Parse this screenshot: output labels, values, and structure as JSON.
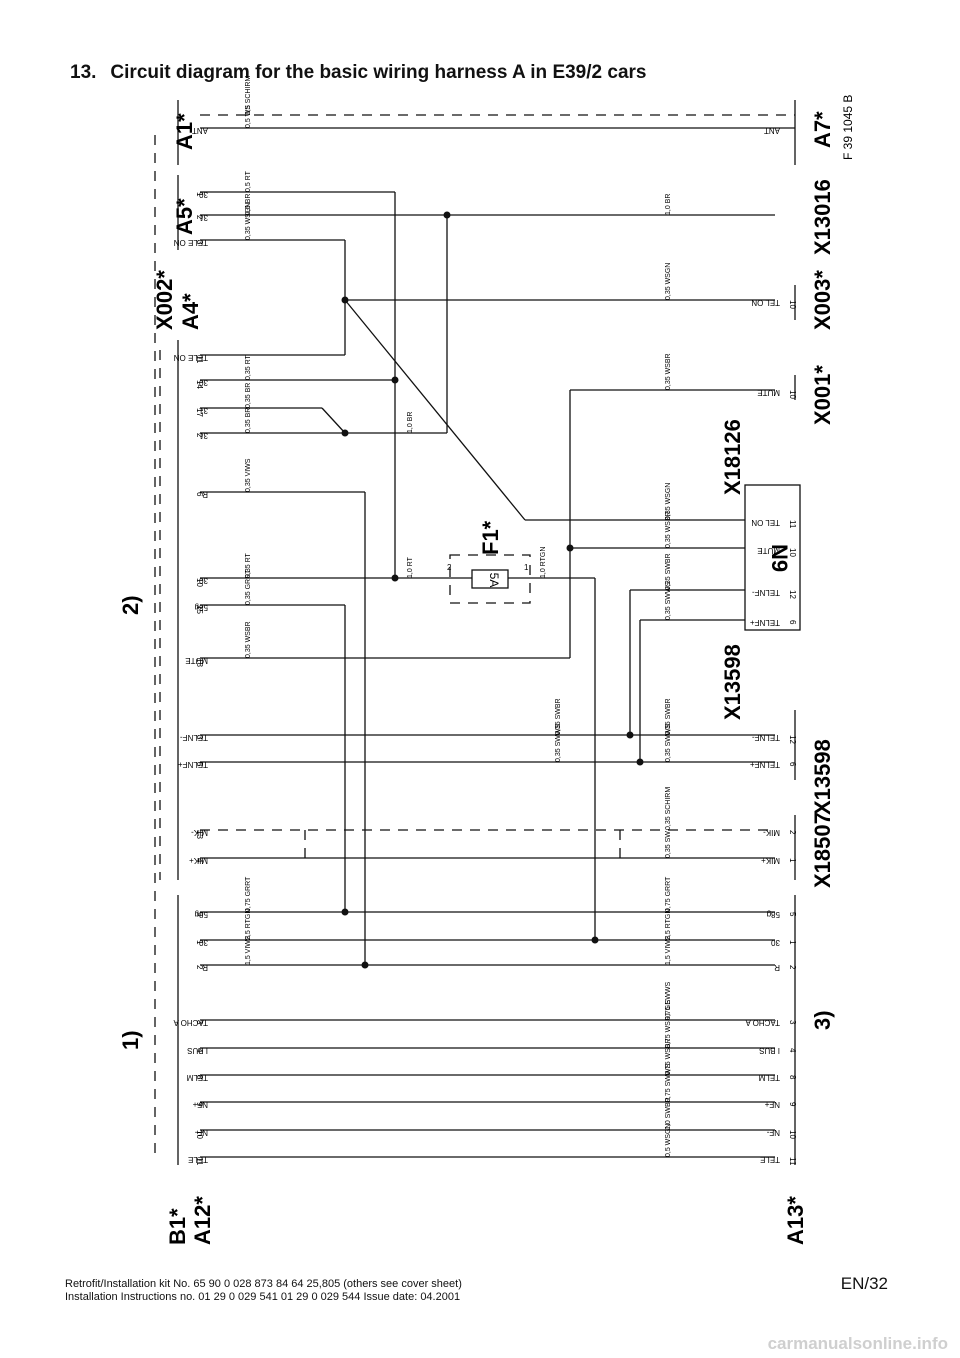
{
  "heading": {
    "number": "13.",
    "title": "Circuit diagram for the basic wiring harness A in E39/2 cars"
  },
  "doc_code": "F 39 1045 B",
  "footer": {
    "line1": "Retrofit/Installation kit No. 65 90 0 028 873 84 64 25,805 (others see cover sheet)",
    "line2": "Installation Instructions no. 01 29 0 029 541 01 29 0 029 544      Issue date: 04.2001",
    "page": "EN/32"
  },
  "watermark": "carmanualsonline.info",
  "section_numbers": {
    "s1": "1)",
    "s2": "2)",
    "s3": "3)"
  },
  "connectors": {
    "a1": "A1*",
    "a7": "A7*",
    "a5": "A5*",
    "x13016": "X13016",
    "x002": "X002*",
    "a4": "A4*",
    "x003": "X003*",
    "x001": "X001*",
    "x18126": "X18126",
    "n9": "N9",
    "f1": "F1*",
    "x13598a": "X13598",
    "x13598b": "X13598",
    "x18507": "X18507",
    "b1": "B1*",
    "a12": "A12*",
    "a13": "A13*"
  },
  "fuse_rating": "5A",
  "top_signals": [
    "ANT",
    "30",
    "31",
    "TELE ON",
    "TELE ON",
    "30",
    "31",
    "31",
    "R",
    "30",
    "58g",
    "MUTE",
    "TELNF-",
    "TELNF+",
    "MIK-",
    "MIK+",
    "58g",
    "30",
    "R",
    "TACHO A",
    "I BUS",
    "TELM",
    "NF+",
    "NF-",
    "TELE"
  ],
  "top_pins": [
    "1",
    "2",
    "3",
    "11",
    "14",
    "17",
    "2",
    "6",
    "10",
    "15",
    "18",
    "3",
    "5",
    "13",
    "4",
    "5",
    "1",
    "2",
    "3",
    "4",
    "8",
    "9",
    "10",
    "11"
  ],
  "top_wires": [
    "0,5 WS",
    "0,5 SCHIRM",
    "0,5 RT",
    "0,5 BR",
    "0,35 WSGN",
    "0,35 RT",
    "0,35 BR",
    "0,35 BR",
    "0,35 VIWS",
    "0,35 RT",
    "0,35 GRRT",
    "0,35 WSBR",
    "0,75 GRRT",
    "2,5 RTGN",
    "1,5 VIWS"
  ],
  "bottom_signals": [
    "ANT",
    "TEL ON",
    "MUTE",
    "TEL ON",
    "MUTE",
    "TELNF-",
    "TELNF+",
    "TELNF-",
    "TELNF+",
    "MIK-",
    "MIK+",
    "58g",
    "30",
    "R",
    "TACHO A",
    "I BUS",
    "TELM",
    "NF+",
    "NF-",
    "TELE"
  ],
  "bottom_pins": [
    "10",
    "10",
    "11",
    "10",
    "12",
    "6",
    "12",
    "6",
    "2",
    "1",
    "5",
    "1",
    "2",
    "3",
    "4",
    "8",
    "9",
    "10",
    "11"
  ],
  "bottom_wires": [
    "1,0 BR",
    "0,35 WSGN",
    "0,35 WSBR",
    "0,35 WSGN",
    "0,35 WSBR",
    "0,35 SWBR",
    "0,35 SWWS",
    "0,35 SWBR",
    "0,35 SWWS",
    "0,35 SCHIRM",
    "0,35 SW",
    "0,75 GRRT",
    "2,5 RTGN",
    "1,5 VIWS",
    "0,75 SWWS",
    "0,75 WSRT GE",
    "0,75 WSBR",
    "0,75 SWWS",
    "1,0 SWBR",
    "0,5 WSGN"
  ],
  "mid_wires": [
    "1,0 BR",
    "1,0 RT",
    "1,0 RTGN",
    "0,35 SWWS",
    "0,35 SWBR"
  ],
  "fuse_pins": [
    "2",
    "1"
  ]
}
